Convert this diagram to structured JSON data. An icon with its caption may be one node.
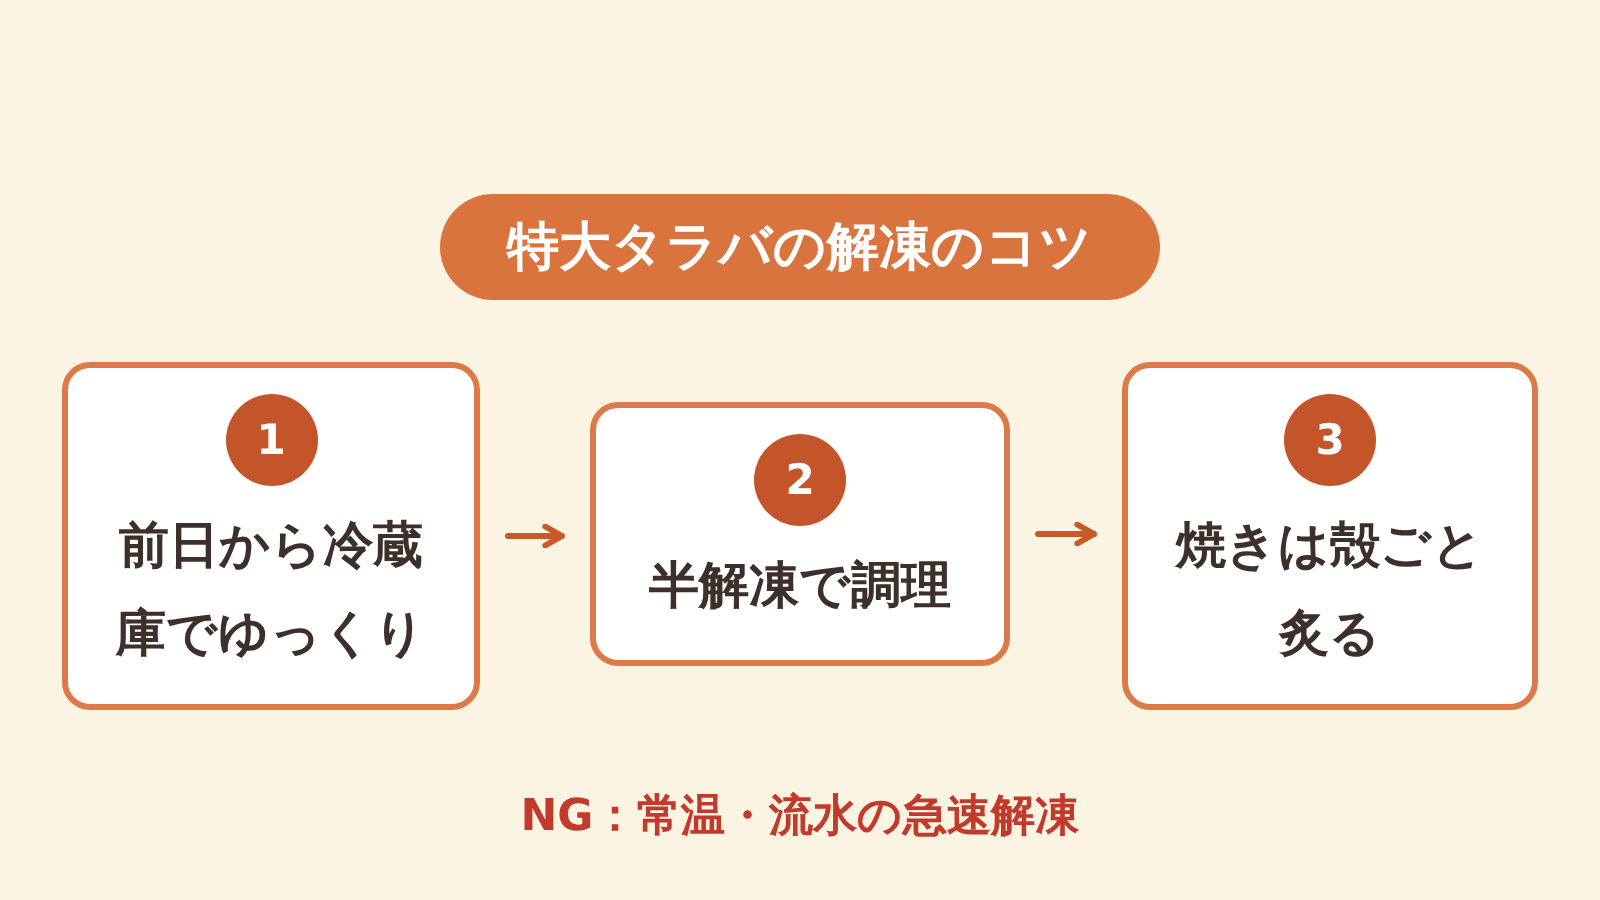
{
  "diagram": {
    "title": "特大タラバの解凍のコツ",
    "nodes": [
      {
        "text": [
          "1",
          "前日から冷蔵庫でゆっくり"
        ]
      },
      {
        "text": [
          "2",
          "半解凍で調理"
        ]
      },
      {
        "text": [
          "3",
          "焼きは殻ごと炙る"
        ]
      }
    ],
    "edges": [
      {
        "from": 0,
        "to": 1,
        "arrow": "to"
      },
      {
        "from": 1,
        "to": 2,
        "arrow": "to"
      }
    ],
    "labels": [
      "NG：常温・流水の急速解凍"
    ]
  }
}
